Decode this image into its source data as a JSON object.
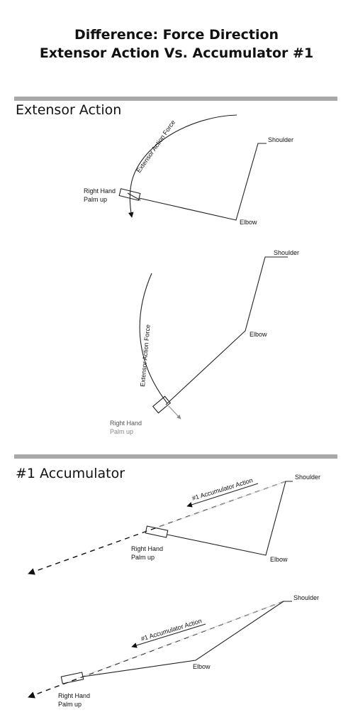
{
  "title": {
    "line1": "Difference: Force Direction",
    "line2": "Extensor Action Vs. Accumulator #1"
  },
  "sections": {
    "extensor": "Extensor Action",
    "accumulator": "#1 Accumulator"
  },
  "labels": {
    "shoulder": "Shoulder",
    "elbow": "Elbow",
    "right_hand": "Right Hand",
    "palm_up": "Palm up",
    "extensor_force": "Extensor Action Force",
    "accumulator_action": "#1 Accumulator Action"
  }
}
